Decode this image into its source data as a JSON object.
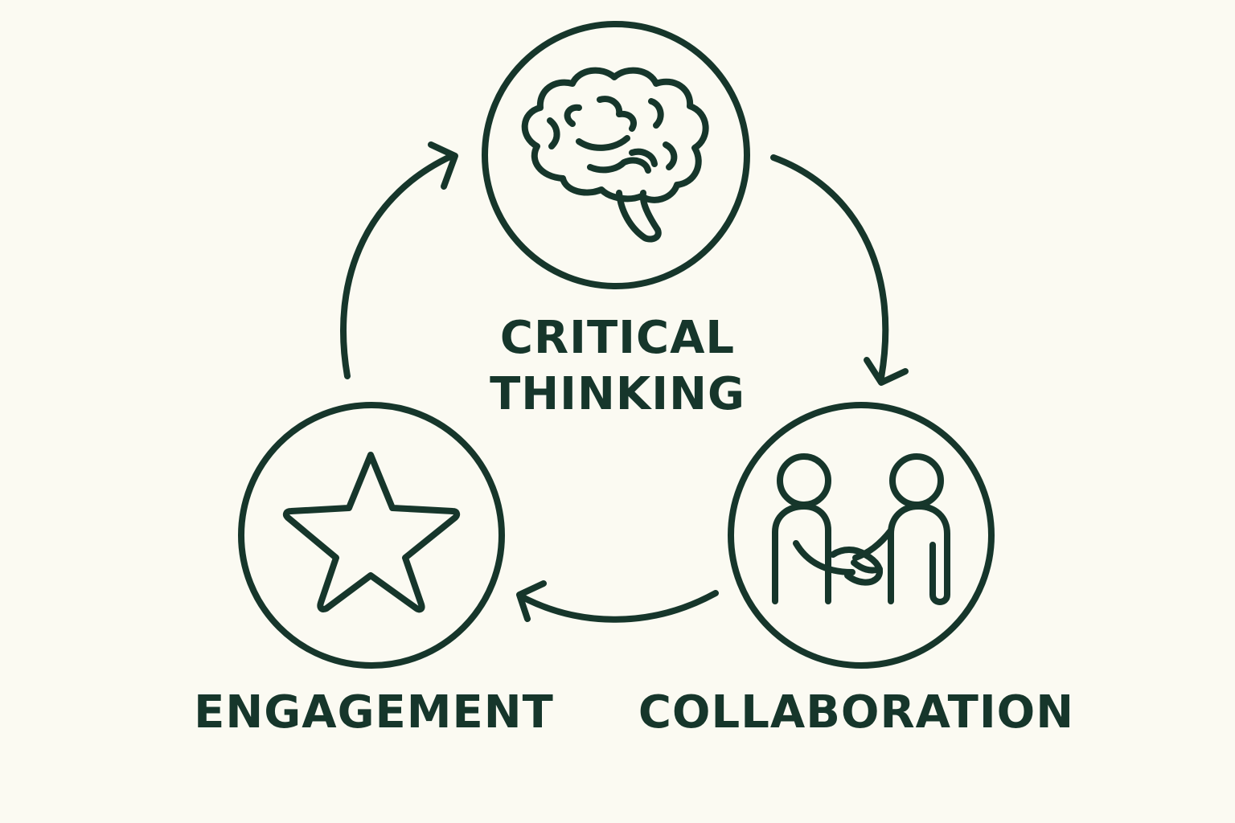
{
  "colors": {
    "background": "#fbfaf2",
    "ink": "#16362b"
  },
  "nodes": [
    {
      "id": "critical-thinking",
      "icon": "brain-icon",
      "label_lines": [
        "CRITICAL",
        "THINKING"
      ]
    },
    {
      "id": "collaboration",
      "icon": "handshake-icon",
      "label_lines": [
        "COLLABORATION"
      ]
    },
    {
      "id": "engagement",
      "icon": "star-icon",
      "label_lines": [
        "ENGAGEMENT"
      ]
    }
  ],
  "cycle_direction": "clockwise",
  "arrows": [
    {
      "from": "critical-thinking",
      "to": "collaboration"
    },
    {
      "from": "collaboration",
      "to": "engagement"
    },
    {
      "from": "engagement",
      "to": "critical-thinking"
    }
  ]
}
